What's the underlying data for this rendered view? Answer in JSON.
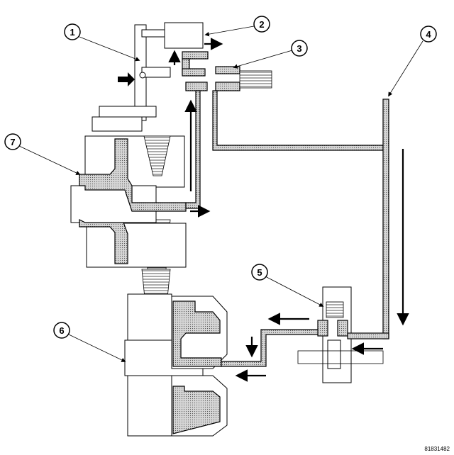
{
  "callouts": [
    {
      "label": "1"
    },
    {
      "label": "2"
    },
    {
      "label": "3"
    },
    {
      "label": "4"
    },
    {
      "label": "5"
    },
    {
      "label": "6"
    },
    {
      "label": "7"
    }
  ],
  "figure_id": "81831482",
  "colors": {
    "line": "#000000",
    "fluid_fill": "#cfcfcf",
    "background": "#ffffff"
  }
}
